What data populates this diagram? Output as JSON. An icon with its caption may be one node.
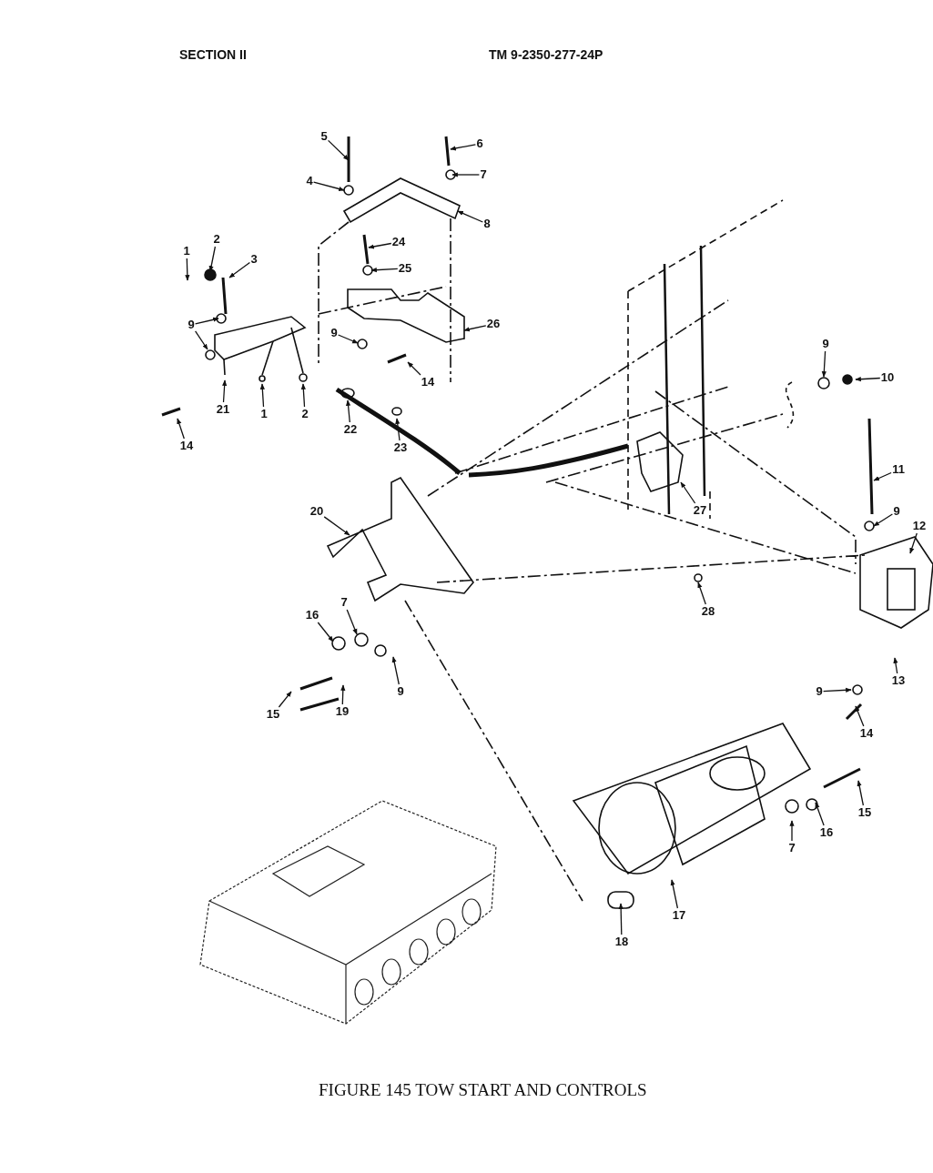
{
  "diagram": {
    "caption": "FIGURE 145 TOW START AND CONTROLS",
    "nodes": [
      {
        "text": [
          "5"
        ]
      },
      {
        "text": [
          "6"
        ]
      },
      {
        "text": [
          "4"
        ]
      },
      {
        "text": [
          "7"
        ]
      },
      {
        "text": [
          "8"
        ]
      },
      {
        "text": [
          "2"
        ]
      },
      {
        "text": [
          "1"
        ]
      },
      {
        "text": [
          "24"
        ]
      },
      {
        "text": [
          "3"
        ]
      },
      {
        "text": [
          "25"
        ]
      },
      {
        "text": [
          "9"
        ]
      },
      {
        "text": [
          "26"
        ]
      },
      {
        "text": [
          "9"
        ]
      },
      {
        "text": [
          "10"
        ]
      },
      {
        "text": [
          "9"
        ]
      },
      {
        "text": [
          "1"
        ]
      },
      {
        "text": [
          "2"
        ]
      },
      {
        "text": [
          "21"
        ]
      },
      {
        "text": [
          "14"
        ]
      },
      {
        "text": [
          "22"
        ]
      },
      {
        "text": [
          "14"
        ]
      },
      {
        "text": [
          "23"
        ]
      },
      {
        "text": [
          "11"
        ]
      },
      {
        "text": [
          "27"
        ]
      },
      {
        "text": [
          "20"
        ]
      },
      {
        "text": [
          "9"
        ]
      },
      {
        "text": [
          "12"
        ]
      },
      {
        "text": [
          "28"
        ]
      },
      {
        "text": [
          "16"
        ]
      },
      {
        "text": [
          "7"
        ]
      },
      {
        "text": [
          "13"
        ]
      },
      {
        "text": [
          "9"
        ]
      },
      {
        "text": [
          "9"
        ]
      },
      {
        "text": [
          "15"
        ]
      },
      {
        "text": [
          "19"
        ]
      },
      {
        "text": [
          "14"
        ]
      },
      {
        "text": [
          "15"
        ]
      },
      {
        "text": [
          "16"
        ]
      },
      {
        "text": [
          "7"
        ]
      },
      {
        "text": [
          "17"
        ]
      },
      {
        "text": [
          "18"
        ]
      }
    ],
    "edges": [
      {
        "from": 0,
        "to": null,
        "arrow": "to"
      },
      {
        "from": 1,
        "to": null,
        "arrow": "to"
      },
      {
        "from": 2,
        "to": null,
        "arrow": "to"
      },
      {
        "from": 3,
        "to": null,
        "arrow": "to"
      },
      {
        "from": 4,
        "to": null,
        "arrow": "to"
      },
      {
        "from": 5,
        "to": null,
        "arrow": "to"
      },
      {
        "from": 6,
        "to": null,
        "arrow": "to"
      },
      {
        "from": 7,
        "to": null,
        "arrow": "to"
      },
      {
        "from": 8,
        "to": null,
        "arrow": "to"
      },
      {
        "from": 9,
        "to": null,
        "arrow": "to"
      },
      {
        "from": 10,
        "to": null,
        "arrow": "to"
      },
      {
        "from": 10,
        "to": null,
        "arrow": "to"
      },
      {
        "from": 11,
        "to": null,
        "arrow": "to"
      },
      {
        "from": 12,
        "to": null,
        "arrow": "to"
      },
      {
        "from": 13,
        "to": null,
        "arrow": "to"
      },
      {
        "from": 14,
        "to": null,
        "arrow": "to"
      },
      {
        "from": 15,
        "to": null,
        "arrow": "to"
      },
      {
        "from": 16,
        "to": null,
        "arrow": "to"
      },
      {
        "from": 17,
        "to": null,
        "arrow": "to"
      },
      {
        "from": 18,
        "to": null,
        "arrow": "to"
      },
      {
        "from": 19,
        "to": null,
        "arrow": "to"
      },
      {
        "from": 20,
        "to": null,
        "arrow": "to"
      },
      {
        "from": 21,
        "to": null,
        "arrow": "to"
      },
      {
        "from": 22,
        "to": null,
        "arrow": "to"
      },
      {
        "from": 23,
        "to": null,
        "arrow": "to"
      },
      {
        "from": 24,
        "to": null,
        "arrow": "to"
      },
      {
        "from": 25,
        "to": null,
        "arrow": "to"
      },
      {
        "from": 26,
        "to": null,
        "arrow": "to"
      },
      {
        "from": 27,
        "to": null,
        "arrow": "to"
      },
      {
        "from": 28,
        "to": null,
        "arrow": "to"
      },
      {
        "from": 29,
        "to": null,
        "arrow": "to"
      },
      {
        "from": 30,
        "to": null,
        "arrow": "to"
      },
      {
        "from": 31,
        "to": null,
        "arrow": "to"
      },
      {
        "from": 32,
        "to": null,
        "arrow": "to"
      },
      {
        "from": 33,
        "to": null,
        "arrow": "to"
      },
      {
        "from": 34,
        "to": null,
        "arrow": "to"
      },
      {
        "from": 35,
        "to": null,
        "arrow": "to"
      },
      {
        "from": 36,
        "to": null,
        "arrow": "to"
      },
      {
        "from": 37,
        "to": null,
        "arrow": "to"
      },
      {
        "from": 38,
        "to": null,
        "arrow": "to"
      },
      {
        "from": 39,
        "to": null,
        "arrow": "to"
      },
      {
        "from": 40,
        "to": null,
        "arrow": "to"
      }
    ],
    "labels": [
      "SECTION II",
      "TM 9-2350-277-24P"
    ]
  }
}
